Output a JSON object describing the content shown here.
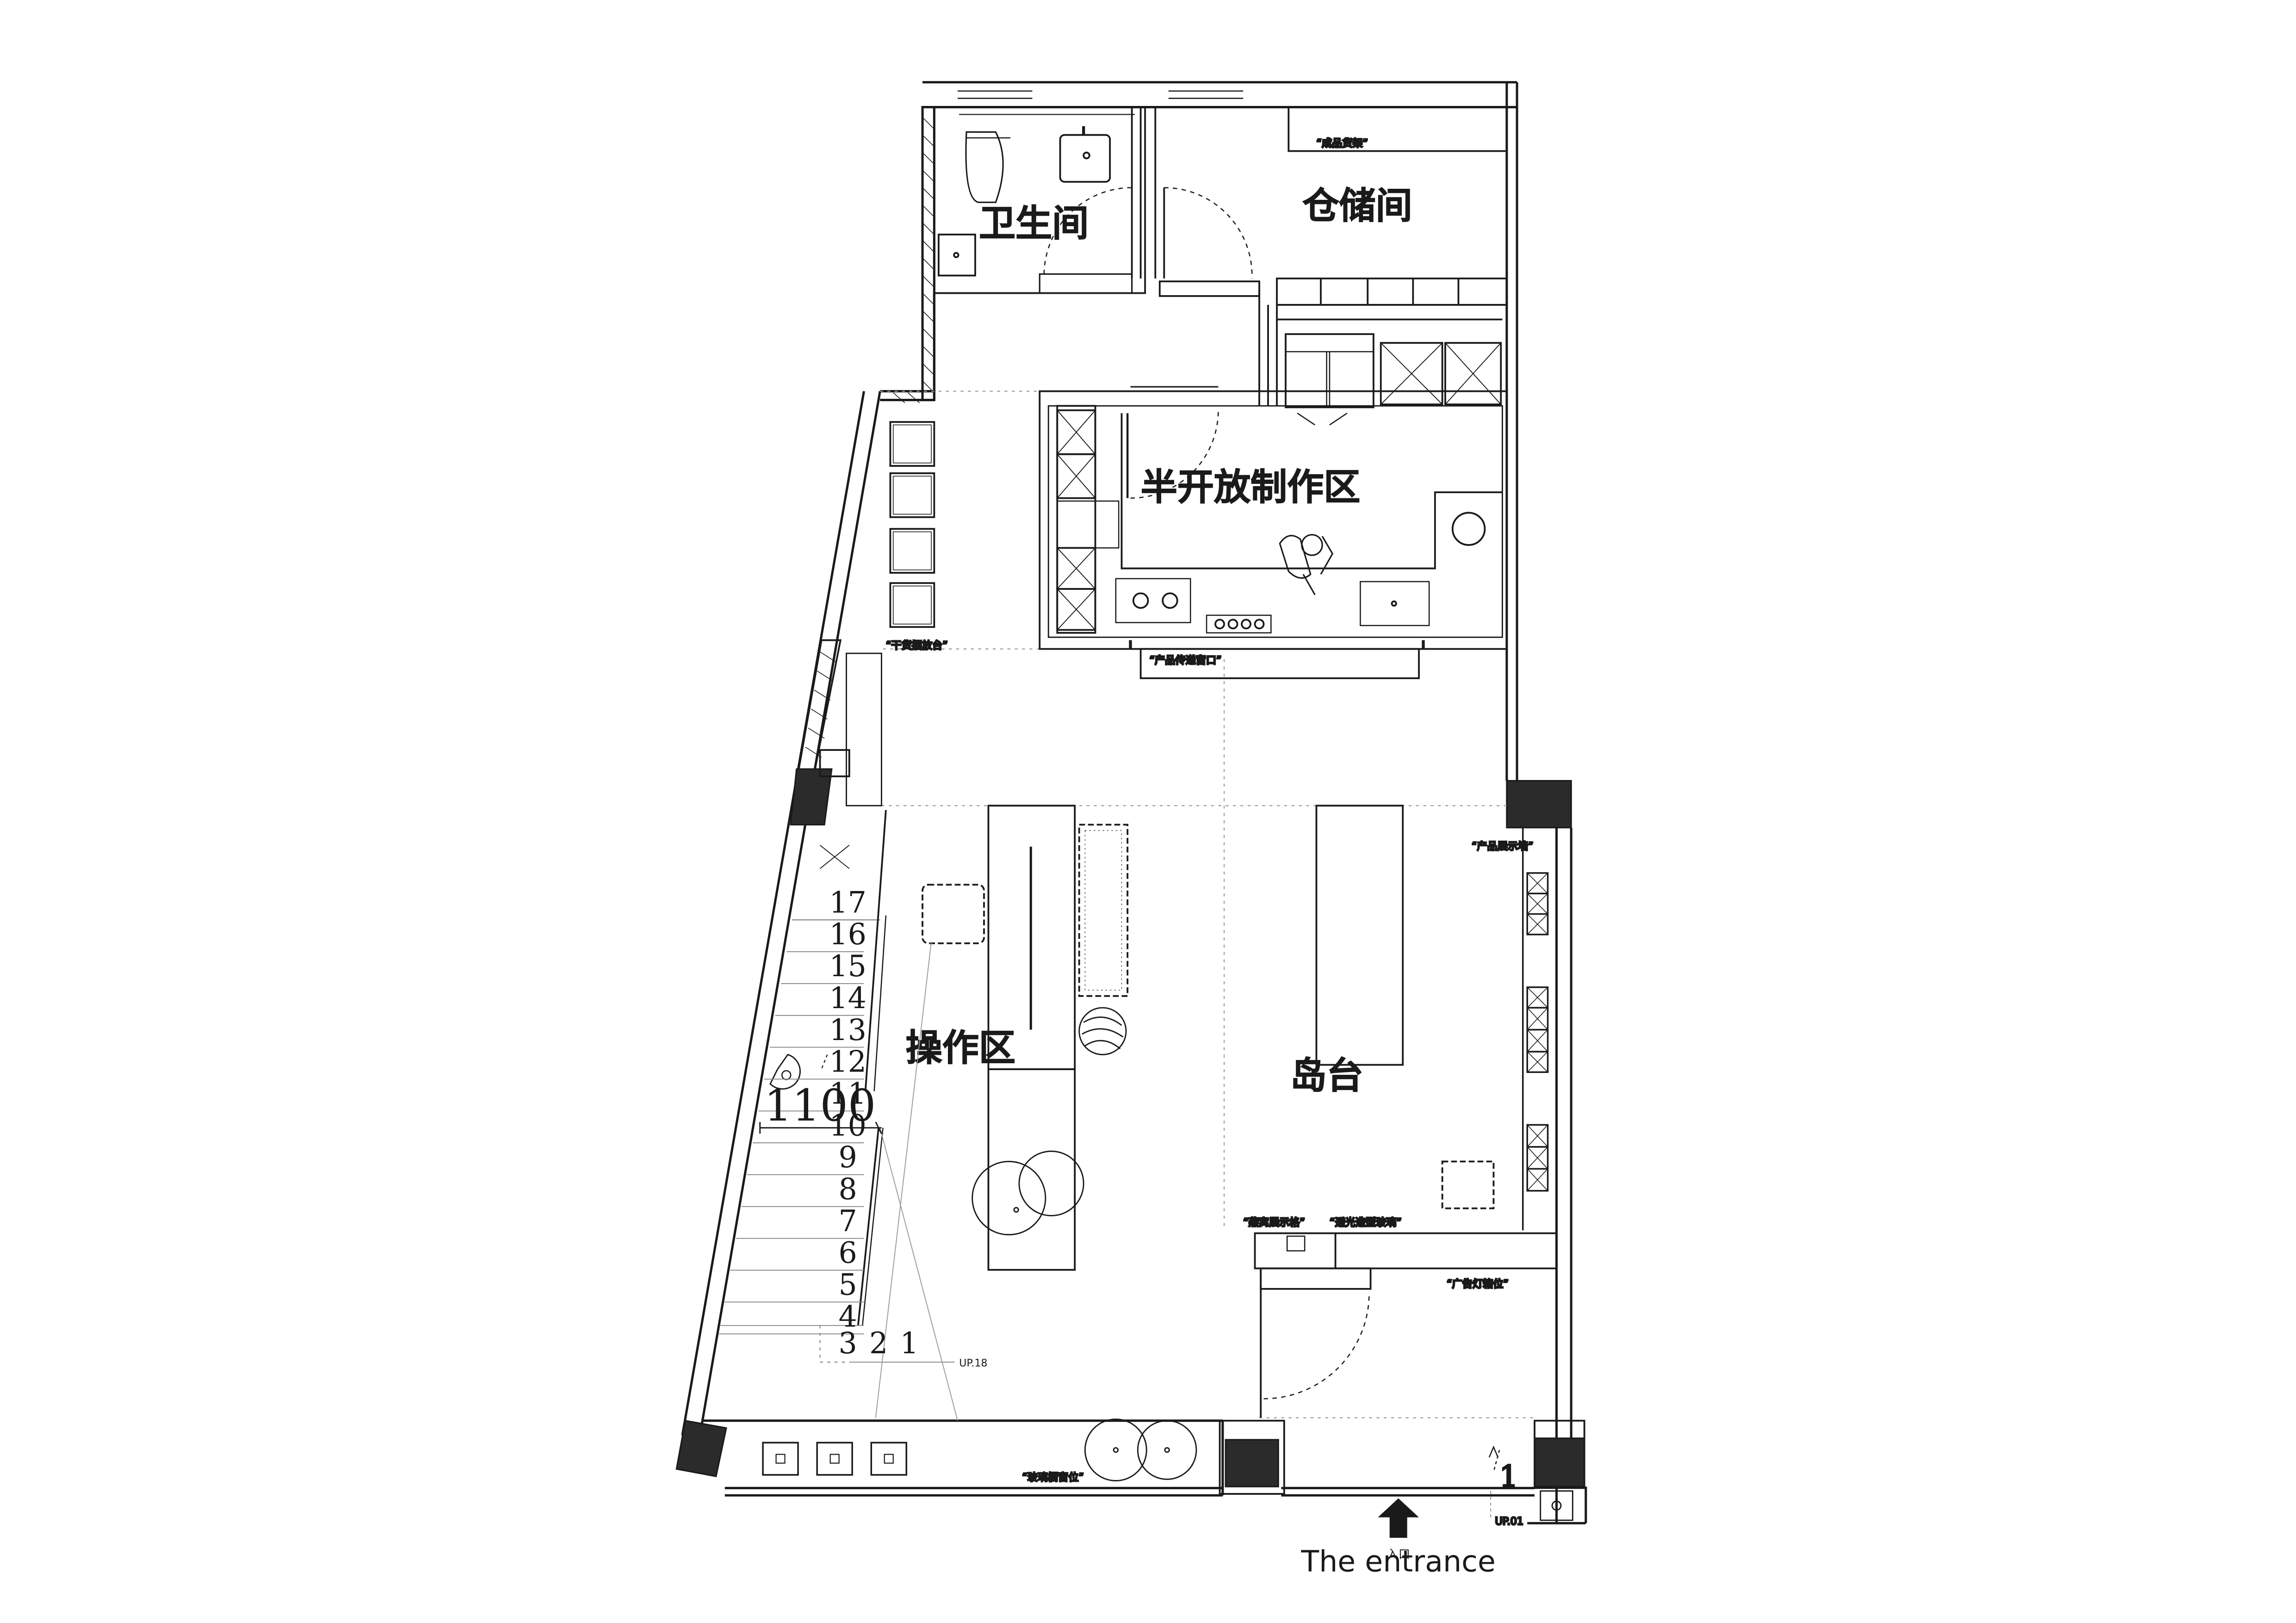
{
  "rooms": {
    "bathroom": "卫生间",
    "storage": "仓储间",
    "prep_area": "半开放制作区",
    "operation_area": "操作区",
    "island": "岛台"
  },
  "labels": {
    "finished_goods_rack": "“成品货架”",
    "dry_goods_rack": "“干货摆放台”",
    "pass_window": "“产品传递窗口”",
    "product_wall": "“产品展示墙”",
    "nest_display": "“燕窝展示格”",
    "light_glass": "“透光造型玻璃”",
    "lightbox_sign": "“广告灯箱位”",
    "window_display": "“玻璃橱窗位”"
  },
  "stairs": {
    "dimension": "1100",
    "steps": [
      "17",
      "16",
      "15",
      "14",
      "13",
      "12",
      "11",
      "10",
      "9",
      "8",
      "7",
      "6",
      "5",
      "4"
    ],
    "bottom_steps": [
      "3",
      "2",
      "1"
    ],
    "up_note": "UP.18"
  },
  "entrance": {
    "step_number": "1",
    "up_note": "UP.01",
    "label_cn": "入口",
    "label_en": "The entrance"
  },
  "icons": [
    "entrance-arrow-icon",
    "person-icon",
    "plant-icon",
    "stool-icon",
    "toilet-icon",
    "sink-icon"
  ],
  "colors": {
    "line": "#1a1a1a",
    "column": "#2b2b2b",
    "guide": "#9a9a9a"
  }
}
